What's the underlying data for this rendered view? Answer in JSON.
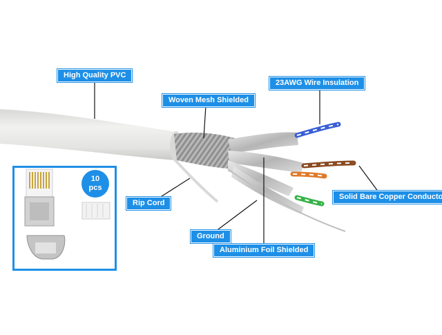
{
  "labels": {
    "pvc": "High Quality PVC",
    "woven": "Woven Mesh Shielded",
    "awg": "23AWG Wire Insulation",
    "copper": "Solid Bare Copper Conductor",
    "rip": "Rip Cord",
    "ground": "Ground",
    "foil": "Aluminium Foil Shielded"
  },
  "inset": {
    "badge_qty": "10",
    "badge_unit": "pcs"
  },
  "colors": {
    "accent": "#1e8fe6",
    "cable": "#e6e6e4",
    "foil": "#c9c9c9",
    "pair_blue": "#3a5fd6",
    "pair_orange": "#e07a2a",
    "pair_brown": "#8a4b22",
    "pair_green": "#37b34a"
  }
}
